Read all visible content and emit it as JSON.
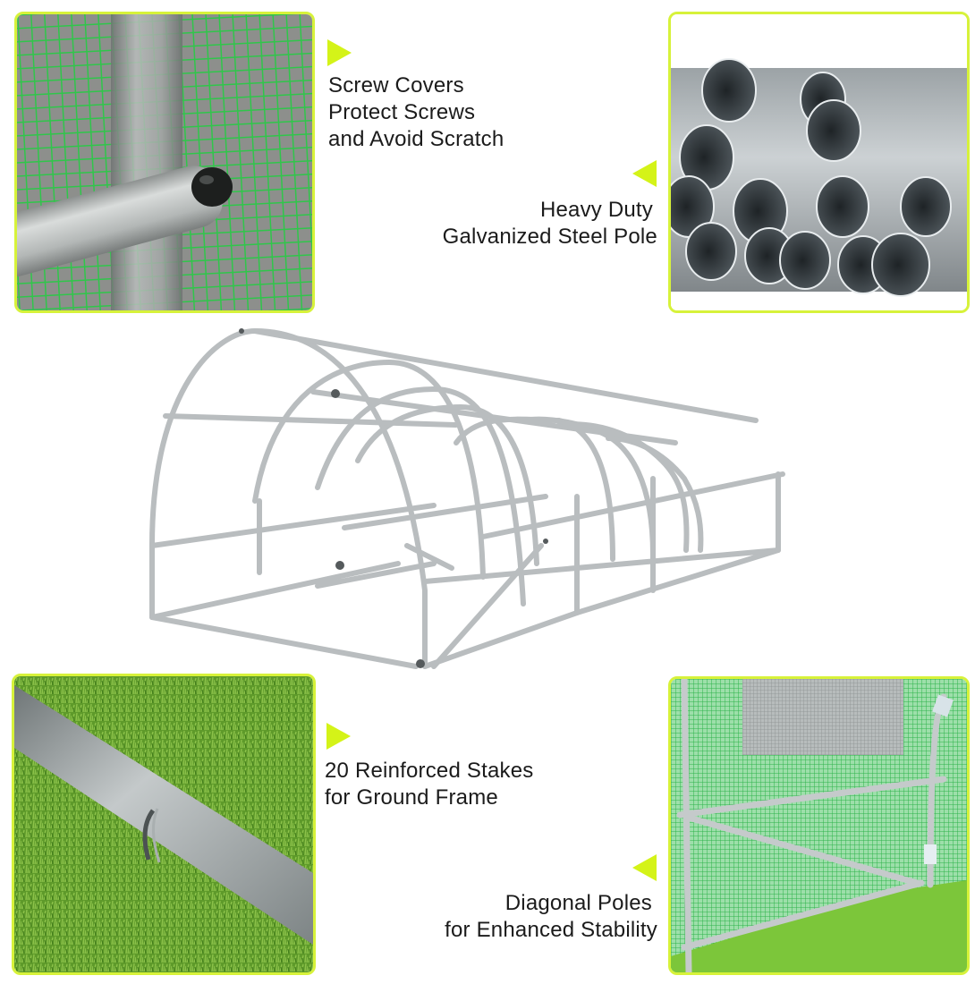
{
  "accent_color": "#d4f318",
  "features": [
    {
      "id": "screw-covers",
      "image": "screw-cover-closeup-photo",
      "pointer": "right-pointing-triangle",
      "lines": [
        "Screw Covers",
        "Protect Screws",
        "and Avoid Scratch"
      ]
    },
    {
      "id": "steel-pole",
      "image": "galvanized-steel-pipes-photo",
      "pointer": "left-pointing-triangle",
      "lines": [
        "Heavy Duty",
        "Galvanized Steel Pole"
      ]
    },
    {
      "id": "stakes",
      "image": "stake-on-grass-photo",
      "pointer": "right-pointing-triangle",
      "lines": [
        "20 Reinforced Stakes",
        "for Ground Frame"
      ]
    },
    {
      "id": "diagonal-poles",
      "image": "diagonal-pole-inside-greenhouse-photo",
      "pointer": "left-pointing-triangle",
      "lines": [
        "Diagonal Poles",
        "for Enhanced Stability"
      ]
    }
  ],
  "center_image": "greenhouse-steel-frame-illustration"
}
